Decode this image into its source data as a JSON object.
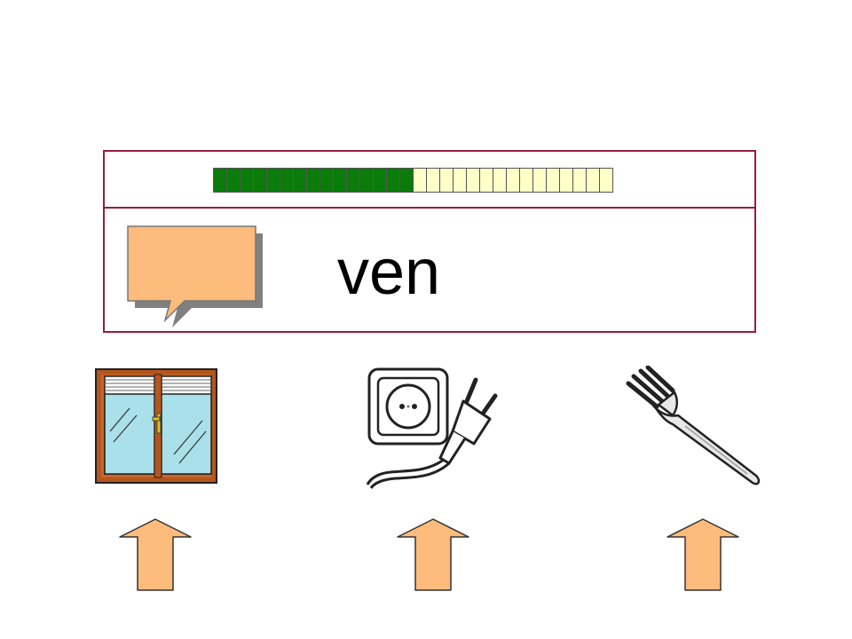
{
  "word": "ven",
  "progress": {
    "completed": 15,
    "total": 30,
    "done_color": "#0a7c0a",
    "todo_color": "#ffffc8"
  },
  "speaker_icon": "speech-bubble-icon",
  "choices": [
    {
      "icon": "window-icon",
      "name": "window"
    },
    {
      "icon": "power-socket-plug-icon",
      "name": "socket and plug"
    },
    {
      "icon": "fork-icon",
      "name": "fork"
    }
  ],
  "colors": {
    "frame": "#9b1b3e",
    "bubble": "#fdbb7c",
    "arrow": "#fdbb7c"
  }
}
